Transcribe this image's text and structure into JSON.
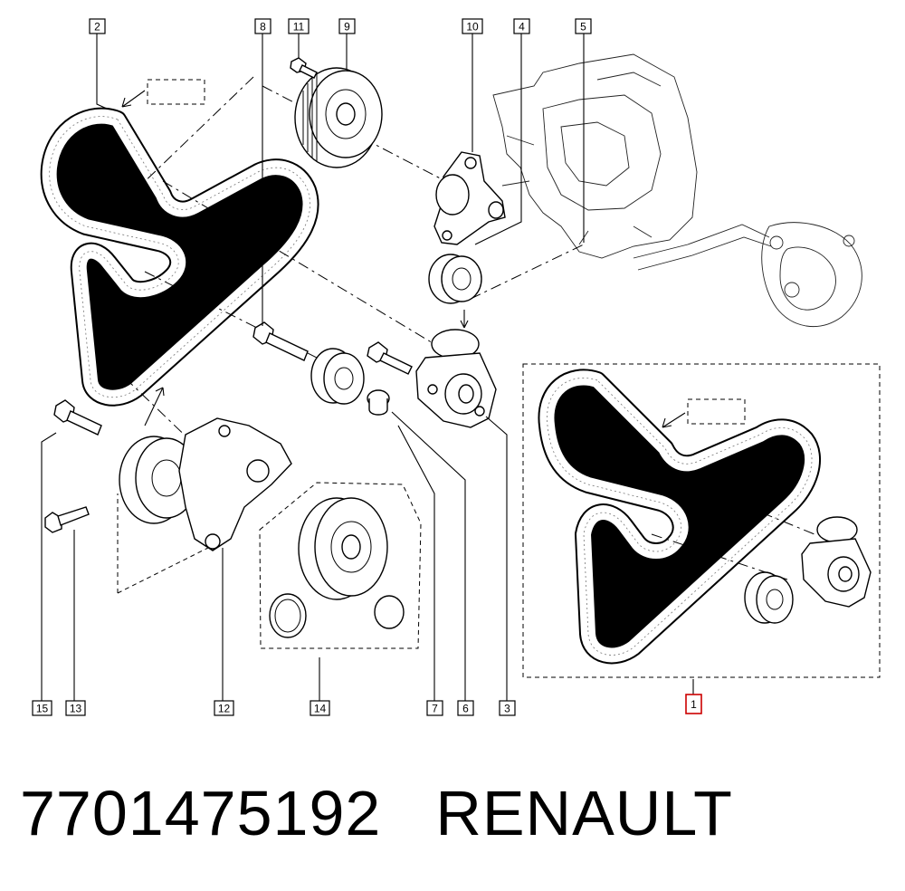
{
  "callouts": [
    {
      "id": "2"
    },
    {
      "id": "8"
    },
    {
      "id": "11"
    },
    {
      "id": "9"
    },
    {
      "id": "10"
    },
    {
      "id": "4"
    },
    {
      "id": "5"
    },
    {
      "id": "15"
    },
    {
      "id": "13"
    },
    {
      "id": "12"
    },
    {
      "id": "14"
    },
    {
      "id": "7"
    },
    {
      "id": "6"
    },
    {
      "id": "3"
    },
    {
      "id": "1",
      "highlighted": true
    }
  ],
  "caption": {
    "part_number": "7701475192",
    "brand": "RENAULT"
  },
  "colors": {
    "ink": "#000000",
    "highlight": "#cc0000",
    "background": "#ffffff"
  }
}
